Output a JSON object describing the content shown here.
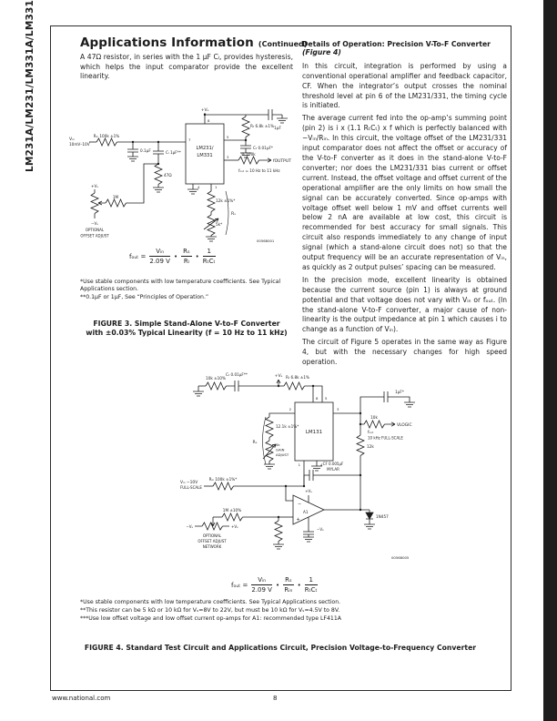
{
  "sidebar": {
    "part_numbers": "LM231A/LM231/LM331A/LM331"
  },
  "footer": {
    "url": "www.national.com",
    "page_number": "8"
  },
  "left_column": {
    "heading": "Applications Information",
    "heading_continued": "(Continued)",
    "intro": "A 47Ω resistor, in series with the 1 µF Cₗ, provides hysteresis, which helps the input comparator provide the excellent linearity.",
    "figure3": {
      "ic_line1": "LM231/",
      "ic_line2": "LM331",
      "labels": {
        "vs_top": "+Vₛ",
        "bypass_cap": "1µF",
        "rt": "Rₜ 6.8k ±1%",
        "ct": "Cₜ 0.01µF*",
        "vin_line1": "Vᵢₙ",
        "vin_line2": "10mV–10V",
        "rin": "Rᵢₙ 100k ±1%",
        "cin": "0.1µF",
        "cl": "Cₗ 1µF**",
        "r47": "47Ω",
        "rl": "Rₗ 100k",
        "foutput": "fOUTPUT",
        "fout_range": "fₒᵤₜ = 10 Hz to 11 kHz",
        "rs_fixed": "12k ±1%*",
        "rs_pot": "5k*",
        "rs_bracket": "Rₛ",
        "offset_vs_plus": "+Vₛ",
        "offset_vs_minus": "−Vₛ",
        "offset_r": "1M",
        "offset_line1": "OPTIONAL",
        "offset_line2": "OFFSET ADJUST",
        "pin8": "8",
        "pin5": "5",
        "pin3": "3",
        "pin7": "7",
        "pin1": "1",
        "pin4": "4"
      },
      "figure_code": "00568001",
      "formula": {
        "lhs": "fₒᵤₜ =",
        "num1": "Vᵢₙ",
        "den1": "2.09 V",
        "dot": "•",
        "num2": "Rₛ",
        "den2": "Rₗ",
        "num3": "1",
        "den3": "RₜCₜ"
      },
      "footnote1": "*Use stable components with low temperature coefficients. See Typical Applications section.",
      "footnote2": "**0.1µF or 1µF, See “Principles of Operation.”",
      "caption_line1": "FIGURE 3. Simple Stand-Alone V-to-F Converter",
      "caption_line2": "with ±0.03% Typical Linearity (f = 10 Hz to 11 kHz)"
    }
  },
  "right_column": {
    "heading": "Details of Operation: Precision V-To-F Converter",
    "heading_figure": "(Figure 4)",
    "para1": "In this circuit, integration is performed by using a conventional operational amplifier and feedback capacitor, CF. When the integrator’s output crosses the nominal threshold level at pin 6 of the LM231/331, the timing cycle is initiated.",
    "para2": "The average current fed into the op-amp’s summing point (pin 2) is i x (1.1 RₜCₜ) x f which is perfectly balanced with −Vᵢₙ/Rᵢₙ. In this circuit, the voltage offset of the LM231/331 input comparator does not affect the offset or accuracy of the V-to-F converter as it does in the stand-alone V-to-F converter; nor does the LM231/331 bias current or offset current. Instead, the offset voltage and offset current of the operational amplifier are the only limits on how small the signal can be accurately converted. Since op-amps with voltage offset well below 1 mV and offset currents well below 2 nA are available at low cost, this circuit is recommended for best accuracy for small signals. This circuit also responds immediately to any change of input signal (which a stand-alone circuit does not) so that the output frequency will be an accurate representation of Vᵢₙ, as quickly as 2 output pulses’ spacing can be measured.",
    "para3": "In the precision mode, excellent linearity is obtained because the current source (pin 1) is always at ground potential and that voltage does not vary with Vᵢₙ or fₒᵤₜ. (In the stand-alone V-to-F converter, a major cause of non-linearity is the output impedance at pin 1 which causes i to change as a function of Vᵢₙ).",
    "para4": "The circuit of Figure 5 operates in the same way as Figure 4, but with the necessary changes for high speed operation."
  },
  "figure4": {
    "ic_label": "LM131",
    "labels": {
      "r_top": "10k ±10%",
      "ct": "Cₜ 0.01µF**",
      "vs_top": "+Vₛ",
      "rt": "Rₜ 6.8k ±1%",
      "bypass": "1µF*",
      "r_pullup": "10k",
      "vlogic": "VLOGIC",
      "fout_line1": "fₒᵤₜ",
      "fout_line2": "10 kHz FULL-SCALE",
      "r_fb": "12k",
      "cf_line1": "CF 0.005µF",
      "cf_line2": "MYLAR",
      "rs_fixed": "12.1k ±1%*",
      "pot_line1": "5k",
      "pot_line2": "GAIN",
      "pot_line3": "ADJUST",
      "rs_bracket": "Rₛ",
      "rin": "Rᵢₙ 100k ±1%*",
      "vin_line1": "Vᵢₙ −10V",
      "vin_line2": "FULL-SCALE",
      "amp": "A1",
      "opamp_plus_vs": "+Vₛ",
      "opamp_minus_vs": "−Vₛ",
      "diode": "1N457",
      "offset_r": "1M ±10%",
      "pot_minus": "−Vₛ",
      "pot_plus": "+Vₛ",
      "net_line1": "OPTIONAL",
      "net_line2": "OFFSET ADJUST",
      "net_line3": "NETWORK",
      "pin8": "8",
      "pin5": "5",
      "pin3": "3",
      "pin2": "2",
      "pin1": "1",
      "pin4": "4"
    },
    "figure_code": "00568005",
    "formula": {
      "lhs": "fₒᵤₜ =",
      "num1": "Vᵢₙ",
      "den1": "2.09 V",
      "dot": "•",
      "num2": "Rₛ",
      "den2": "Rᵢₙ",
      "num3": "1",
      "den3": "RₜCₜ"
    },
    "footnote1": "*Use stable components with low temperature coefficients. See Typical Applications section.",
    "footnote2": "**This resistor can be 5 kΩ or 10 kΩ for Vₛ=8V to 22V, but must be 10 kΩ for Vₛ=4.5V to 8V.",
    "footnote3": "***Use low offset voltage and low offset current op-amps for A1: recommended type LF411A",
    "caption": "FIGURE 4. Standard Test Circuit and Applications Circuit, Precision Voltage-to-Frequency Converter"
  }
}
